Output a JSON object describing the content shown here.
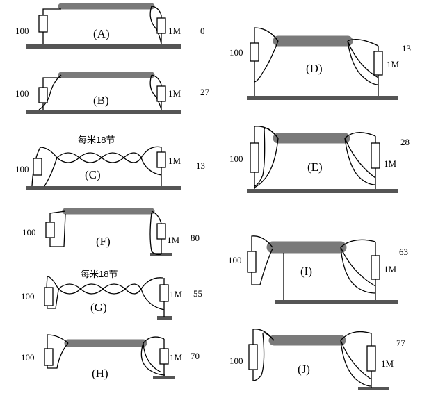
{
  "colors": {
    "cable": "#7a7a7a",
    "line": "#000000",
    "ground": "#555555",
    "background": "#ffffff"
  },
  "panels": {
    "A": {
      "label": "(A)",
      "left_resistor": "100",
      "right_resistor": "1M",
      "value": "0"
    },
    "B": {
      "label": "(B)",
      "left_resistor": "100",
      "right_resistor": "1M",
      "value": "27"
    },
    "C": {
      "label": "(C)",
      "left_resistor": "100",
      "right_resistor": "1M",
      "value": "13",
      "twist_note": "每米18节"
    },
    "D": {
      "label": "(D)",
      "left_resistor": "100",
      "right_resistor": "1M",
      "value": "13"
    },
    "E": {
      "label": "(E)",
      "left_resistor": "100",
      "right_resistor": "1M",
      "value": "28"
    },
    "F": {
      "label": "(F)",
      "left_resistor": "100",
      "right_resistor": "1M",
      "value": "80"
    },
    "G": {
      "label": "(G)",
      "left_resistor": "100",
      "right_resistor": "1M",
      "value": "55",
      "twist_note": "每米18节"
    },
    "H": {
      "label": "(H)",
      "left_resistor": "100",
      "right_resistor": "1M",
      "value": "70"
    },
    "I": {
      "label": "(I)",
      "left_resistor": "100",
      "right_resistor": "1M",
      "value": "63"
    },
    "J": {
      "label": "(J)",
      "left_resistor": "100",
      "right_resistor": "1M",
      "value": "77"
    }
  }
}
